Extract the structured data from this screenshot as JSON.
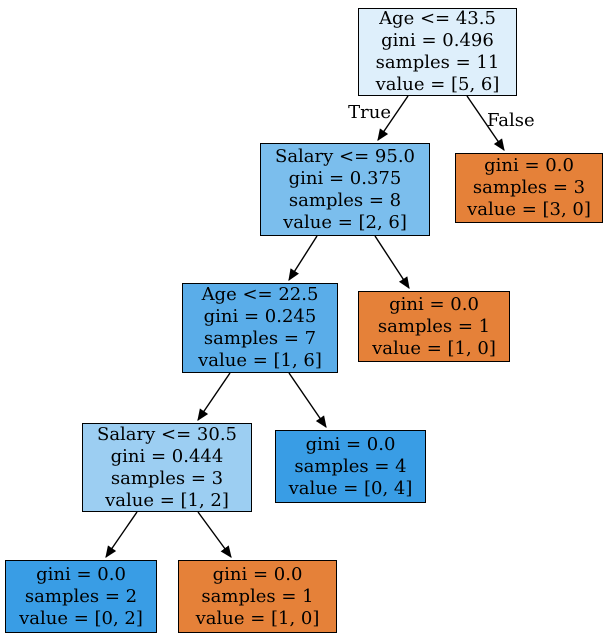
{
  "diagram": {
    "type": "decision-tree",
    "edge_labels": {
      "true_label": "True",
      "false_label": "False"
    },
    "colors": {
      "class0_orange": "#e58139",
      "class1_blue": "#399de5",
      "edge_stroke": "#000000",
      "node_border": "#000000",
      "background": "#ffffff"
    },
    "nodes": [
      {
        "id": 0,
        "fill": "#deeffb",
        "lines": [
          "Age <= 43.5",
          "gini = 0.496",
          "samples = 11",
          "value = [5, 6]"
        ]
      },
      {
        "id": 1,
        "fill": "#7bbeed",
        "lines": [
          "Salary <= 95.0",
          "gini = 0.375",
          "samples = 8",
          "value = [2, 6]"
        ]
      },
      {
        "id": 2,
        "fill": "#e58139",
        "lines": [
          "gini = 0.0",
          "samples = 3",
          "value = [3, 0]"
        ]
      },
      {
        "id": 3,
        "fill": "#5aade9",
        "lines": [
          "Age <= 22.5",
          "gini = 0.245",
          "samples = 7",
          "value = [1, 6]"
        ]
      },
      {
        "id": 4,
        "fill": "#e58139",
        "lines": [
          "gini = 0.0",
          "samples = 1",
          "value = [1, 0]"
        ]
      },
      {
        "id": 5,
        "fill": "#9ccef2",
        "lines": [
          "Salary <= 30.5",
          "gini = 0.444",
          "samples = 3",
          "value = [1, 2]"
        ]
      },
      {
        "id": 6,
        "fill": "#399de5",
        "lines": [
          "gini = 0.0",
          "samples = 4",
          "value = [0, 4]"
        ]
      },
      {
        "id": 7,
        "fill": "#399de5",
        "lines": [
          "gini = 0.0",
          "samples = 2",
          "value = [0, 2]"
        ]
      },
      {
        "id": 8,
        "fill": "#e58139",
        "lines": [
          "gini = 0.0",
          "samples = 1",
          "value = [1, 0]"
        ]
      }
    ]
  }
}
